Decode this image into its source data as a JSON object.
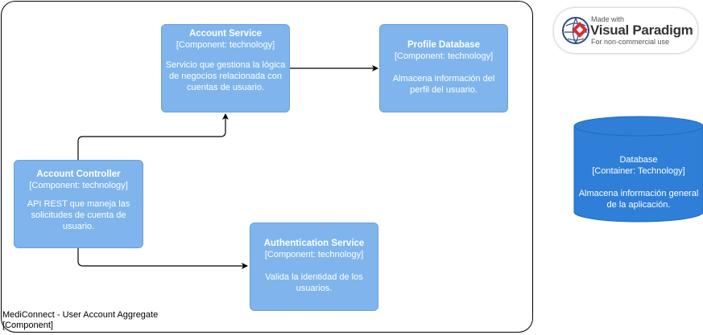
{
  "boundary": {
    "name": "MediConnect - User Account Aggregate",
    "type": "[Component]"
  },
  "components": {
    "account_service": {
      "title": "Account Service",
      "technology": "[Component: technology]",
      "description": "Servicio que gestiona la lógica de negocios relacionada con cuentas de usuario."
    },
    "profile_database": {
      "title": "Profile Database",
      "technology": "[Component: technology]",
      "description": "Almacena información del perfil del usuario."
    },
    "account_controller": {
      "title": "Account Controller",
      "technology": "[Component: technology]",
      "description": "API REST que maneja las solicitudes de cuenta de usuario."
    },
    "authentication_service": {
      "title": "Authentication Service",
      "technology": "[Component: technology]",
      "description": "Valida la identidad de los usuarios."
    }
  },
  "database": {
    "title": "Database",
    "technology": "[Container: Technology]",
    "description": "Almacena información general de la aplicación."
  },
  "watermark": {
    "top": "Made with",
    "brand": "Visual Paradigm",
    "bottom": "For non-commercial use"
  },
  "colors": {
    "component_fill": "#7fb5ec",
    "database_fill": "#2f7fd8",
    "text": "#ffffff",
    "edge": "#000000"
  }
}
